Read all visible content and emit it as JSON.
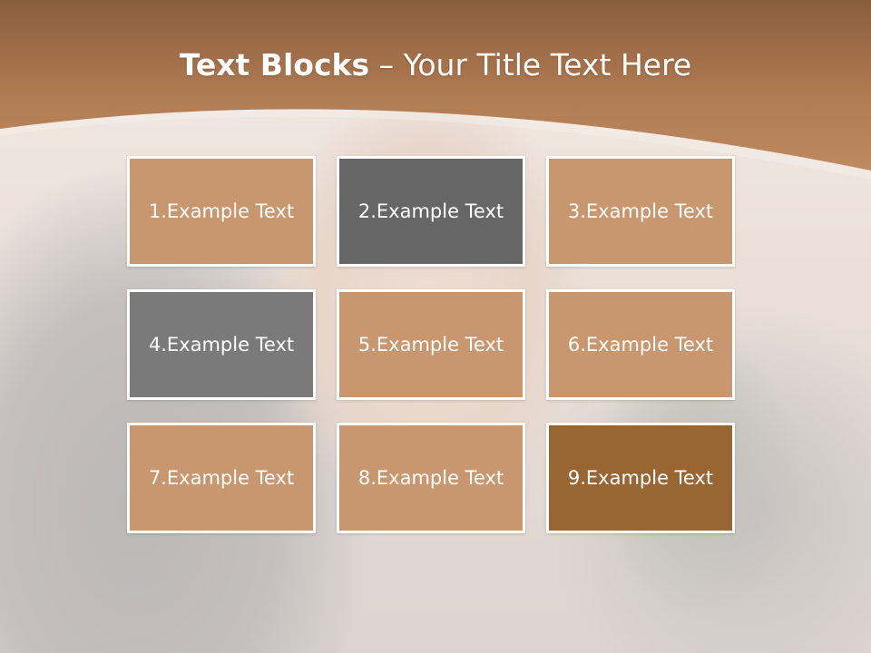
{
  "title": {
    "bold": "Text Blocks",
    "dash": " – ",
    "rest": "Your Title Text Here"
  },
  "colors": {
    "header_brown": "#b07a52",
    "tile_tan": "#c8966f",
    "tile_dark_gray": "#666666",
    "tile_gray": "#7a7a7a",
    "tile_brown": "#996633"
  },
  "blocks": [
    {
      "label": "1.Example Text",
      "color": "#c8966f"
    },
    {
      "label": "2.Example Text",
      "color": "#666666"
    },
    {
      "label": "3.Example Text",
      "color": "#c8966f"
    },
    {
      "label": "4.Example Text",
      "color": "#7a7a7a"
    },
    {
      "label": "5.Example Text",
      "color": "#c8966f"
    },
    {
      "label": "6.Example Text",
      "color": "#c8966f"
    },
    {
      "label": "7.Example Text",
      "color": "#c8966f"
    },
    {
      "label": "8.Example Text",
      "color": "#c8966f"
    },
    {
      "label": "9.Example Text",
      "color": "#996633"
    }
  ]
}
